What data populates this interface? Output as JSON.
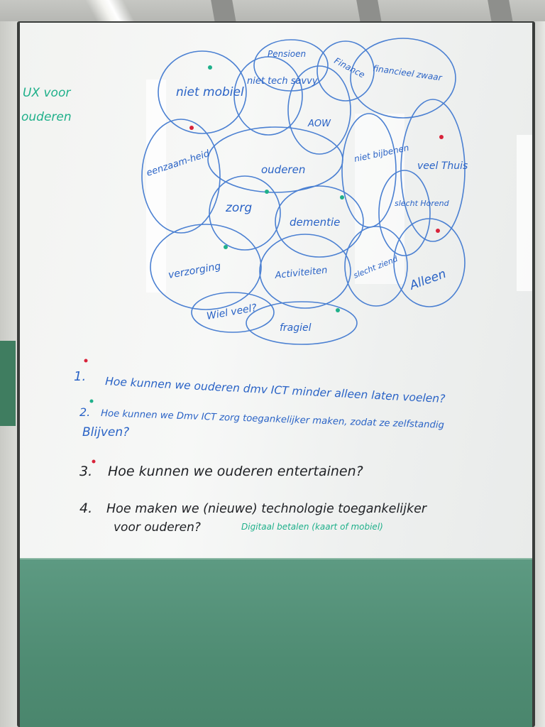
{
  "corner_note": [
    "UX voor",
    "ouderen"
  ],
  "mindmap": {
    "center": "ouderen",
    "topics": [
      "Pensioen",
      "Finance",
      "financieel zwaar",
      "niet mobiel",
      "niet tech savvy",
      "AOW",
      "eenzaam-heid",
      "niet bijbenen",
      "veel Thuis",
      "zorg",
      "dementie",
      "slecht Horend",
      "verzorging",
      "Activiteiten",
      "slecht ziend",
      "Alleen",
      "Wiel veel?",
      "fragiel"
    ]
  },
  "questions": [
    {
      "number": "1.",
      "text": "Hoe kunnen we ouderen dmv ICT minder alleen laten voelen?"
    },
    {
      "number": "2.",
      "text": "Hoe kunnen we Dmv ICT zorg toegankelijker maken, zodat ze zelfstandig",
      "continuation": "Blijven?"
    },
    {
      "number": "3.",
      "text": "Hoe kunnen we ouderen entertainen?"
    },
    {
      "number": "4.",
      "text": "Hoe maken we (nieuwe) technologie toegankelijker",
      "continuation": "voor ouderen?",
      "note": "Digitaal betalen (kaart of mobiel)"
    }
  ]
}
